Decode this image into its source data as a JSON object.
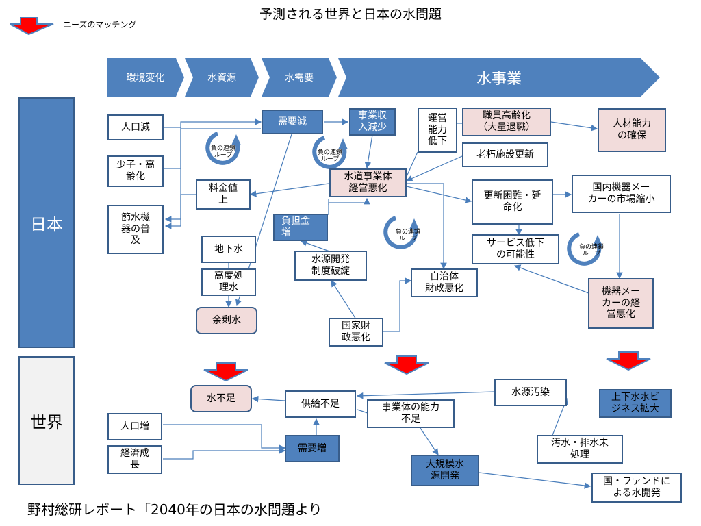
{
  "title": "予測される世界と日本の水問題",
  "legend": {
    "label": "ニーズのマッチング",
    "icon": "red-down-arrow-icon"
  },
  "footer": "野村総研レポート「2040年の日本の水問題より",
  "header_stages": [
    "環境変化",
    "水資源",
    "水需要",
    "水事業"
  ],
  "regions": {
    "japan": "日本",
    "world": "世界"
  },
  "loop_label": "負の連鎖\nループ",
  "japan": {
    "population_decline": "人口減",
    "aging": "少子・高\n齢化",
    "water_saving": "節水機\n器の普\n及",
    "demand_decline": "需要減",
    "revenue_decline": "事業収\n入減少",
    "ops_shortage": "運営\n能力\n低下",
    "staff_aging": "職員高齢化\n（大量退職）",
    "hr_capacity": "人材能力\nの確保",
    "aging_facilities": "老朽施設更新",
    "utility_deterioration": "水道事業体\n経営悪化",
    "price_increase": "料金値\n上",
    "renewal_difficulty": "更新困難・延\n命化",
    "domestic_market_shrink": "国内機器メー\nカーの市場縮小",
    "burden_increase": "負担金\n増",
    "groundwater": "地下水",
    "advanced_treatment": "高度処\n理水",
    "surplus_water": "余剰水",
    "source_dev_breakdown": "水源開発\n制度破綻",
    "local_gov_finance": "自治体\n財政悪化",
    "service_decline": "サービス低下\nの可能性",
    "maker_deterioration": "機器メー\nカーの経\n営悪化",
    "national_finance": "国家財\n政悪化"
  },
  "world": {
    "water_shortage": "水不足",
    "supply_shortage": "供給不足",
    "source_pollution": "水源汚染",
    "water_business_expansion": "上下水水ビ\nジネス拡大",
    "population_increase": "人口増",
    "economic_growth": "経済成\n長",
    "demand_increase": "需要増",
    "utility_capacity_shortage": "事業体の能力\n不足",
    "sewage_untreated": "汚水・排水未\n処理",
    "large_source_dev": "大規模水\n源開発",
    "national_fund_dev": "国・ファンドに\nよる水開発"
  },
  "colors": {
    "accent_blue": "#4f81bd",
    "border_blue": "#385d8a",
    "pink": "#f2dcdb",
    "red_arrow": "#ff0000",
    "line": "#4a7ebb"
  }
}
